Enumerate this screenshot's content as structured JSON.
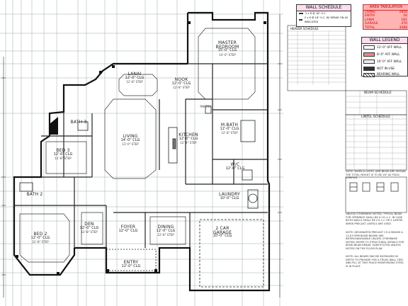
{
  "rooms": {
    "master": {
      "name": "MASTER",
      "name2": "BEDROOM",
      "dims": "15'-0\" CLG",
      "sub": "14'-0\" STEP"
    },
    "lanai": {
      "name": "LANAI",
      "dims": "12'-0\" CLG",
      "sub": "12'-8\" STEP"
    },
    "nook": {
      "name": "NOOK",
      "dims": "12'-0\" CLG",
      "sub": "12'-8\" STEP"
    },
    "living": {
      "name": "LIVING",
      "dims": "14'-0\" CLG",
      "sub": "13'-0\" STEP"
    },
    "kitchen": {
      "name": "KITCHEN",
      "dims": "12'-0\" CLG",
      "sub": "12'-8\" STEP"
    },
    "mbath": {
      "name": "M.BATH",
      "dims": "12'-0\" CLG",
      "sub": "12'-8\" STEP"
    },
    "wic": {
      "name": "W/C",
      "dims": "12'-0\" CLG",
      "sub": ""
    },
    "bed3": {
      "name": "BED 3",
      "dims": "12'-0\" CLG",
      "sub": "12'-8\" STEP"
    },
    "bath3": {
      "name": "BATH 3",
      "dims": "",
      "sub": ""
    },
    "bath2": {
      "name": "BATH 2",
      "dims": "",
      "sub": ""
    },
    "bed2": {
      "name": "BED 2",
      "dims": "12'-0\" CLG",
      "sub": "12'-8\" STEP"
    },
    "den": {
      "name": "DEN",
      "dims": "12'-0\" CLG",
      "sub": "12'-8\" STEP"
    },
    "foyer": {
      "name": "FOYER",
      "dims": "12'-0\" CLG",
      "sub": ""
    },
    "dining": {
      "name": "DINING",
      "dims": "12'-0\" CLG",
      "sub": "12'-8\" STEP"
    },
    "entry": {
      "name": "ENTRY",
      "dims": "12'-0\" CLG",
      "sub": ""
    },
    "laundry": {
      "name": "LAUNDRY",
      "dims": "10'-0\" CLG",
      "sub": ""
    },
    "garage": {
      "name": "2 CAR",
      "name2": "GARAGE",
      "dims": "10'-0\" CLG",
      "sub": ""
    },
    "pantry": {
      "name": "PANTRY",
      "dims": "",
      "sub": ""
    }
  },
  "wall_schedule": {
    "title": "WALL SCHEDULE",
    "rows": [
      "2 x 6 @ 16\" O.C.",
      "2 x 6 @ 16\" O.C. W/ REBAR ON AS INDICATED"
    ]
  },
  "area_tabulation": {
    "title": "AREA TABULATION",
    "rows": [
      {
        "label": "LIVING",
        "value": "2856"
      },
      {
        "label": "ENTRY",
        "value": "50"
      },
      {
        "label": "LANAI",
        "value": "181"
      },
      {
        "label": "GARAGE",
        "value": "476"
      },
      {
        "label": "TOTAL",
        "value": "3488"
      }
    ]
  },
  "wall_legend": {
    "title": "WALL LEGEND",
    "rows": [
      {
        "label": "12'-0\" AFF WALL",
        "color": "#ffffff"
      },
      {
        "label": "8'-0\" AFF WALL",
        "color": "#e88"
      },
      {
        "label": "10'-0\" AFF WALL",
        "color": "#eee"
      },
      {
        "label": "NOT IN USE",
        "color": "#333333"
      },
      {
        "label": "BEARING WALL",
        "color": "#bbbbbb"
      }
    ]
  },
  "header_schedule": {
    "title": "HEADER SCHEDULE"
  },
  "beam_schedule": {
    "title": "BEAM SCHEDULE"
  },
  "lintel_schedule": {
    "title": "LINTEL SCHEDULE"
  },
  "notes": {
    "n1": "NOTE: WHEN A LINTEL AND BEAM ARE SHOWN THE TOTAL HEIGHT IS TO BE 16\" AS FIELD VERIFIED",
    "n2": "NOTE: DESIGNATED PRECAST CO-S BEAMS & 11-6 FORM BOND BEAMS ARE INTERCHANGEABLE UNLESS OTHERWISE NOTED. REFER TO STRUCTURAL DETAILS FOR BOND BEAM REBAR. SUBSTITUTED UNLESS NOTED ON THE FLOOR PLAN",
    "n3": "NOTE: ALL BEAMS MAY BE INCREASED IN DEPTH TO PROVIDE FOR A TRUSS WALL TIED AND FILL AT TWO PLACE REINFORCING STEEL IS IN PLACE",
    "n4": "UNLESS OTHERWISE NOTED, TYPICAL BEAM FOR OPENINGS SHALL BE A CO-1-C. IN CASE BOTH WALLS SHALL BE CO-1-C OR 2 LAYERS WHEN PRECAST LINTELS ARE USED"
  }
}
